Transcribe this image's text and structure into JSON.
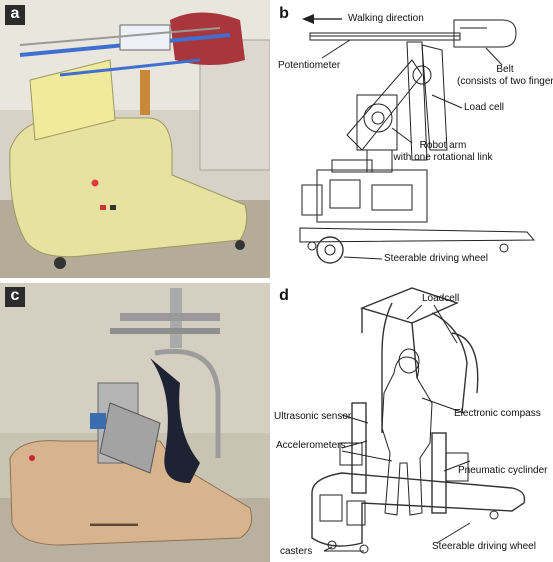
{
  "panels": {
    "a": {
      "tag": "a"
    },
    "b": {
      "tag": "b",
      "labels": {
        "walking_direction": "Walking direction",
        "potentiometer": "Potentiometer",
        "belt_line1": "Belt",
        "belt_line2": "(consists of two fingers)",
        "load_cell": "Load cell",
        "robot_arm_line1": "Robot arm",
        "robot_arm_line2": "with one rotational link",
        "steerable_driving_wheel": "Steerable driving wheel"
      }
    },
    "c": {
      "tag": "c"
    },
    "d": {
      "tag": "d",
      "labels": {
        "loadcell": "Loadcell",
        "ultrasonic_sensor": "Ultrasonic sensor",
        "electronic_compass": "Electronic compass",
        "accelerometers": "Accelerometers",
        "pneumatic_cylinder": "Pneumatic cyclinder",
        "casters": "casters",
        "steerable_driving_wheel": "Steerable driving wheel"
      }
    }
  },
  "colors": {
    "panel_a_robot_body": "#e8e2a0",
    "panel_a_blue_parts": "#3f6fd0",
    "panel_a_chair": "#a8363a",
    "panel_c_robot_body": "#d8b48e",
    "panel_c_background": "#c9c3b4"
  }
}
